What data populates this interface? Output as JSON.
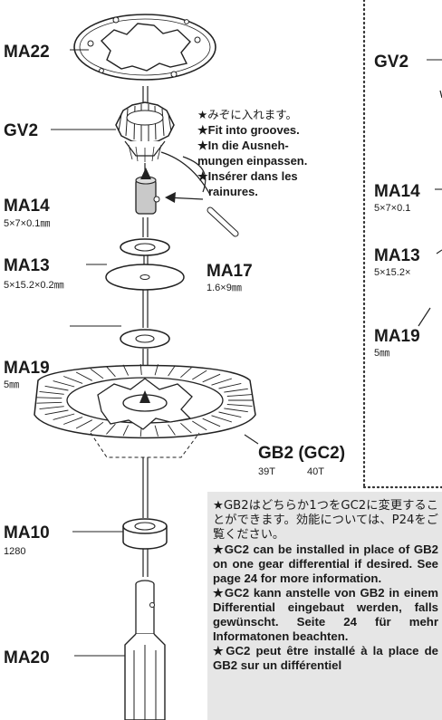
{
  "labels": {
    "ma22": "MA22",
    "gv2_left": "GV2",
    "gv2_right": "GV2",
    "ma14": "MA14",
    "ma14_size": "5×7×0.1㎜",
    "ma14_right": "MA14",
    "ma14_right_size": "5×7×0.1",
    "ma13": "MA13",
    "ma13_size": "5×15.2×0.2㎜",
    "ma13_right": "MA13",
    "ma13_right_size": "5×15.2×",
    "ma19": "MA19",
    "ma19_size": "5㎜",
    "ma19_right": "MA19",
    "ma19_right_size": "5㎜",
    "ma17": "MA17",
    "ma17_size": "1.6×9㎜",
    "gb2": "GB2 (GC2)",
    "gb2_teeth": "39T",
    "gc2_teeth": "40T",
    "ma10": "MA10",
    "ma10_size": "1280",
    "ma20": "MA20"
  },
  "groove_note": [
    "★みぞに入れます。",
    "★Fit into grooves.",
    "★In die Ausneh-",
    "mungen einpassen.",
    "★Insérer dans les",
    "rainures."
  ],
  "info_box": {
    "ja": "★GB2はどちらか1つをGC2に変更することができます。効能については、P24をご覧ください。",
    "en": "★GC2 can be installed in place of GB2 on one gear differential if desired. See page 24 for more information.",
    "de": "★GC2 kann anstelle von GB2 in einem Differential eingebaut werden, falls gewünscht. Seite 24 für mehr Informatonen beachten.",
    "fr": "★GC2 peut être installé à la place de GB2 sur un différentiel"
  }
}
